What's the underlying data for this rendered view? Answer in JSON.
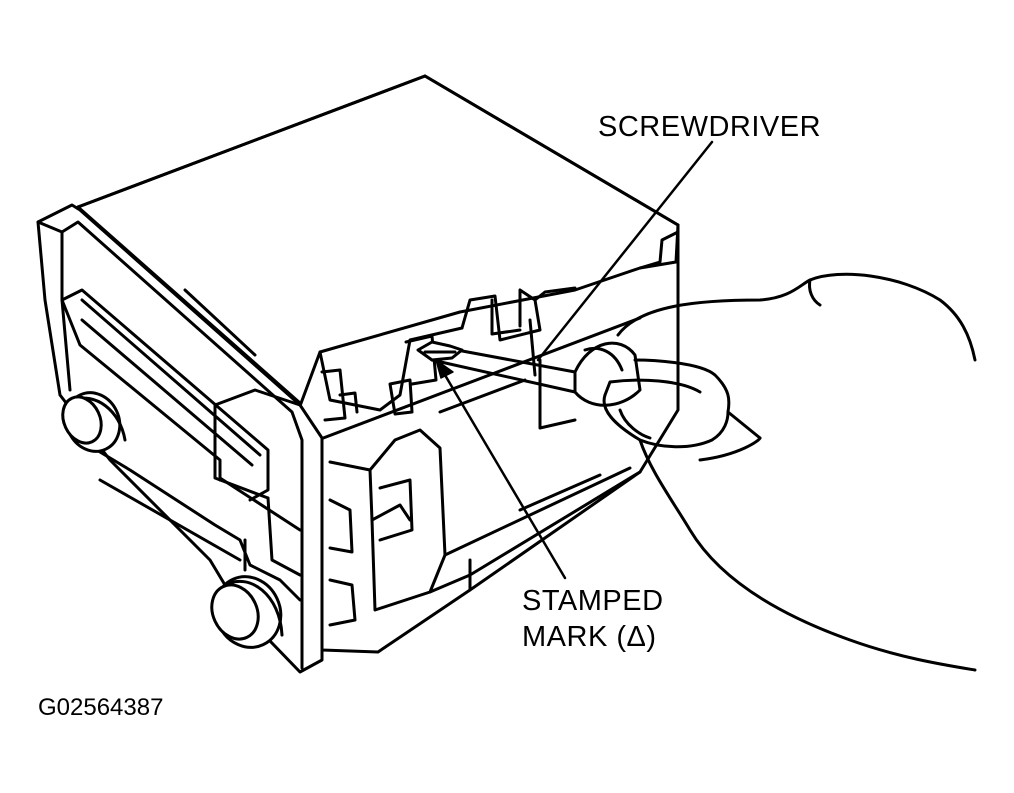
{
  "labels": {
    "screwdriver": "SCREWDRIVER",
    "stamped_line1": "STAMPED",
    "stamped_line2": "MARK (Δ)",
    "figure_id": "G02564387"
  },
  "colors": {
    "ink": "#000000",
    "paper": "#ffffff"
  }
}
